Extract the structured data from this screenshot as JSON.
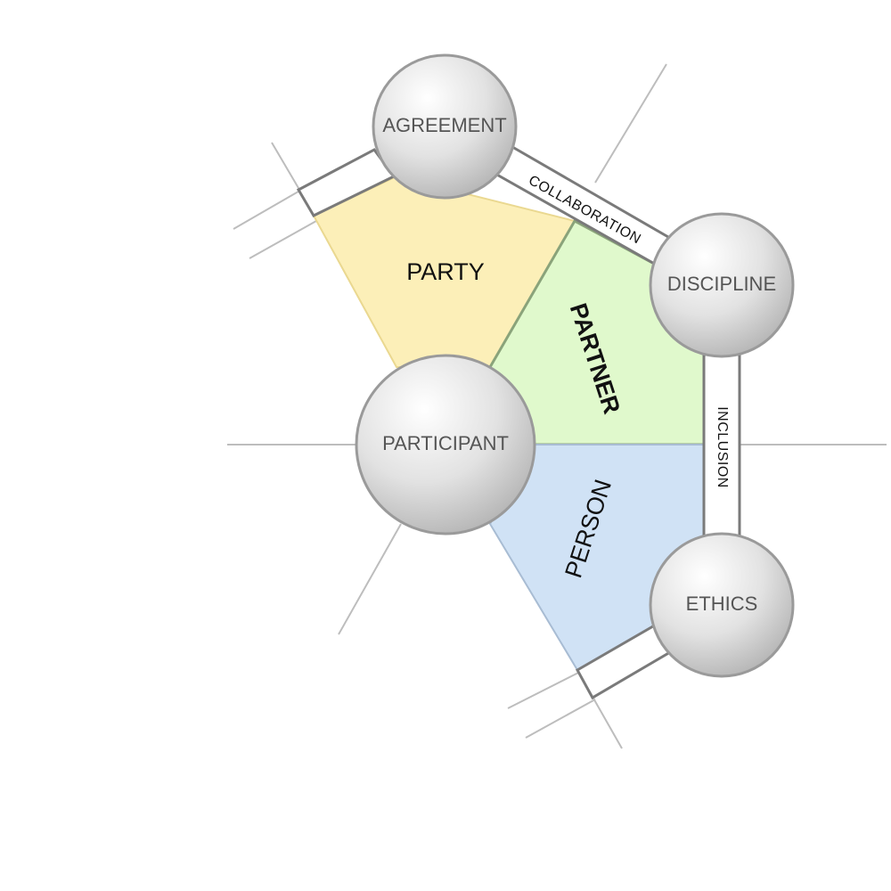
{
  "diagram": {
    "nodes": {
      "agreement": "AGREEMENT",
      "discipline": "DISCIPLINE",
      "participant": "PARTICIPANT",
      "ethics": "ETHICS"
    },
    "regions": {
      "party": "PARTY",
      "partner": "PARTNER",
      "person": "PERSON"
    },
    "links": {
      "collaboration": "COLLABORATION",
      "inclusion": "INCLUSION"
    },
    "colors": {
      "party_fill": "#fcefb8",
      "partner_fill": "#e0f9cc",
      "person_fill": "#d0e2f5",
      "node_fill": "#dcdcdc",
      "node_stroke": "#9a9a9a"
    }
  }
}
